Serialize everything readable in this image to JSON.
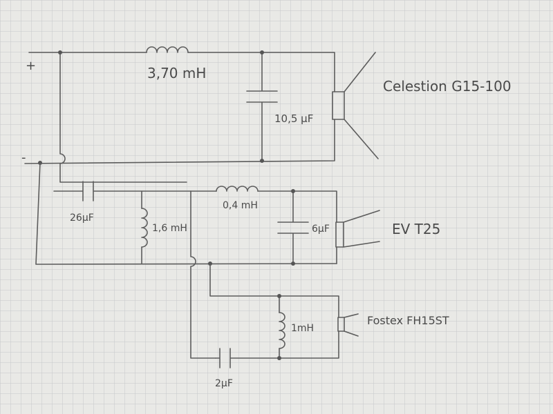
{
  "terminals": {
    "positive": "+",
    "negative": "-"
  },
  "components": {
    "woofer_inductor": "3,70 mH",
    "woofer_capacitor": "10,5 µF",
    "mid_capacitor": "26µF",
    "mid_shunt_inductor": "1,6 mH",
    "mid_inductor": "0,4 mH",
    "mid_shunt_capacitor": "6µF",
    "tweeter_inductor": "1mH",
    "tweeter_capacitor": "2µF"
  },
  "speakers": {
    "woofer": "Celestion G15-100",
    "midrange": "EV T25",
    "tweeter": "Fostex FH15ST"
  },
  "colors": {
    "ink": "#5c5c5c",
    "paper": "#e9e9e6",
    "grid": "#c5c7c9"
  }
}
